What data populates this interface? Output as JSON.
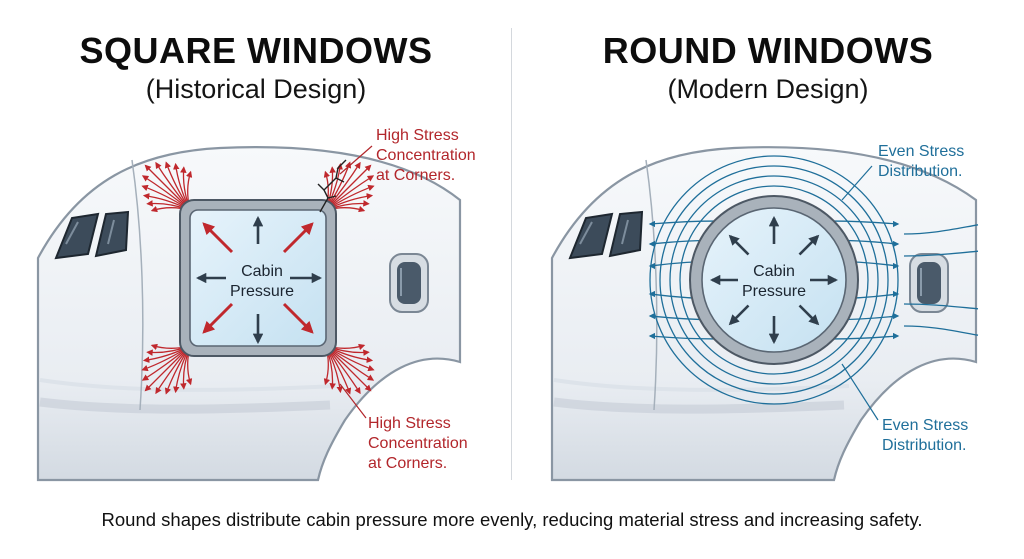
{
  "left": {
    "title": "SQUARE WINDOWS",
    "subtitle": "(Historical Design)",
    "window_label": [
      "Cabin",
      "Pressure"
    ],
    "annotation_top": [
      "High Stress",
      "Concentration",
      "at Corners."
    ],
    "annotation_bottom": [
      "High Stress",
      "Concentration",
      "at Corners."
    ],
    "stress_color": "#c0282d"
  },
  "right": {
    "title": "ROUND WINDOWS",
    "subtitle": "(Modern Design)",
    "window_label": [
      "Cabin",
      "Pressure"
    ],
    "annotation_top": [
      "Even Stress",
      "Distribution."
    ],
    "annotation_bottom": [
      "Even Stress",
      "Distribution."
    ],
    "stress_color": "#1f6f9a"
  },
  "caption": "Round shapes distribute cabin pressure more evenly, reducing material stress and increasing safety."
}
